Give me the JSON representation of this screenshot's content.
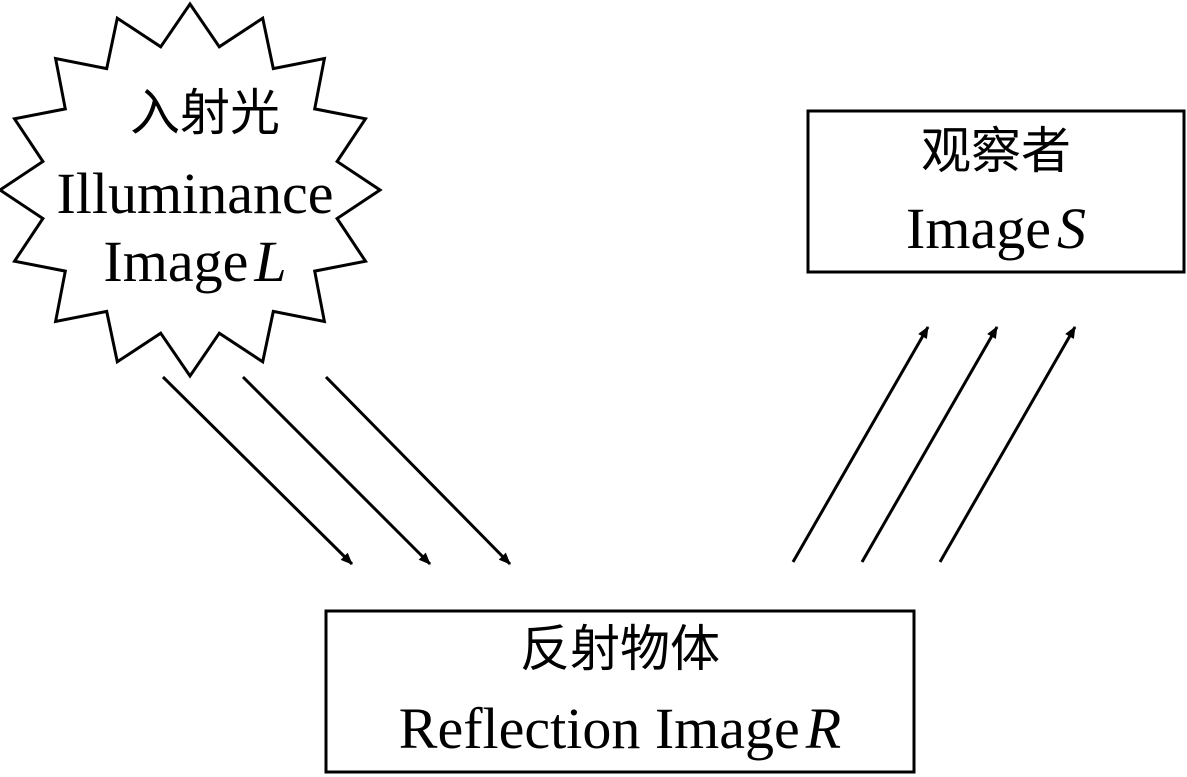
{
  "illuminance": {
    "cn": "入射光",
    "en_line1": "Illuminance",
    "en_line2": "Image",
    "var": "L"
  },
  "observer": {
    "cn": "观察者",
    "en": "Image",
    "var": "S"
  },
  "reflection": {
    "cn": "反射物体",
    "en": "Reflection Image",
    "var": "R"
  },
  "colors": {
    "stroke": "#000000",
    "background": "#ffffff"
  }
}
